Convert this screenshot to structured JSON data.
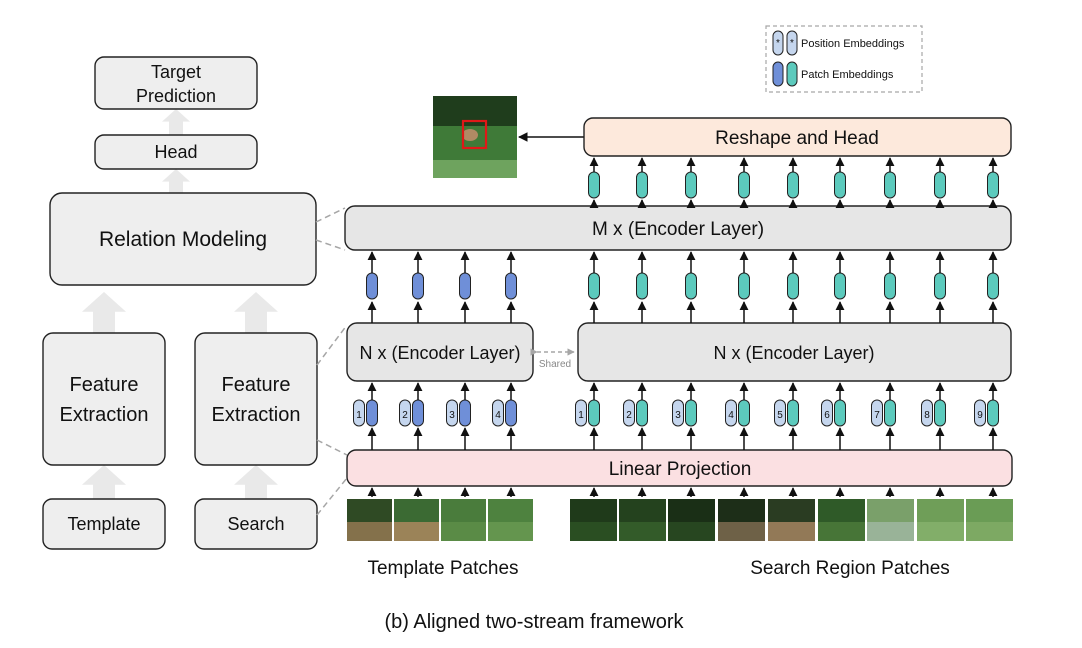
{
  "left_panel": {
    "target_prediction": "Target\nPrediction",
    "head": "Head",
    "relation_modeling": "Relation Modeling",
    "feature_extraction": "Feature\nExtraction",
    "template": "Template",
    "search": "Search"
  },
  "legend": {
    "position_embeddings": "Position Embeddings",
    "patch_embeddings": "Patch Embeddings",
    "marker": "*"
  },
  "right_panel": {
    "reshape_head": "Reshape and Head",
    "encoder_m": "M x (Encoder Layer)",
    "encoder_n_template": "N x (Encoder Layer)",
    "encoder_n_search": "N x (Encoder Layer)",
    "shared": "Shared",
    "linear_projection": "Linear Projection",
    "template_patches_label": "Template Patches",
    "search_patches_label": "Search Region Patches",
    "template_indices": [
      "1",
      "2",
      "3",
      "4"
    ],
    "search_indices": [
      "1",
      "2",
      "3",
      "4",
      "5",
      "6",
      "7",
      "8",
      "9"
    ]
  },
  "caption": "(b) Aligned two-stream framework",
  "colors": {
    "box_fill": "#eeeeee",
    "box_stroke": "#222222",
    "reshape_fill": "#fde9dc",
    "linear_fill": "#fbe0e2",
    "template_token": "#6f8fd8",
    "search_token": "#5ccabd",
    "position_token": "#c5d6ee",
    "big_arrow": "#e9e9e9",
    "dashed": "#a6a6a6"
  }
}
